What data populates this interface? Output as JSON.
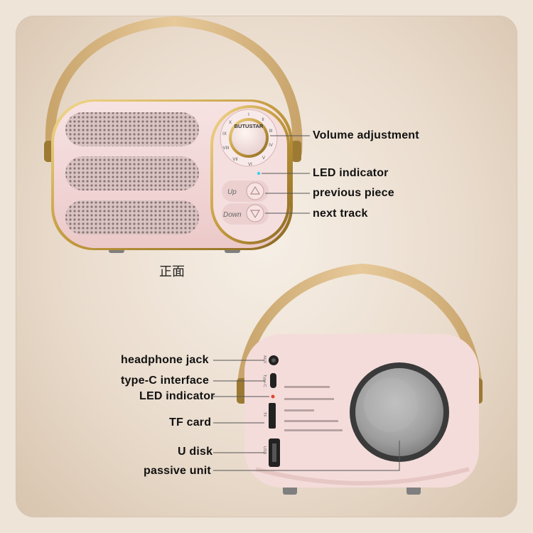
{
  "front": {
    "caption": "正面",
    "labels": {
      "volume": "Volume adjustment",
      "led": "LED indicator",
      "previous": "previous piece",
      "next": "next track"
    },
    "brand": "BUTUSTAR",
    "button_up": "Up",
    "button_down": "Down"
  },
  "back": {
    "labels": {
      "headphone": "headphone jack",
      "typec": "type-C interface",
      "led": "LED indicator",
      "tf": "TF card",
      "udisk": "U disk",
      "passive": "passive unit"
    },
    "port_marks": {
      "aux": "AUX",
      "typec": "Type-C",
      "tf": "TF",
      "usb": "USB"
    }
  },
  "colors": {
    "background": "#efe4d8",
    "body_pink": "#f1d6d6",
    "gold_trim": "#c9a24a",
    "strap": "#d9b98a",
    "led_blue": "#3fd0ef",
    "led_red": "#e2442c"
  }
}
